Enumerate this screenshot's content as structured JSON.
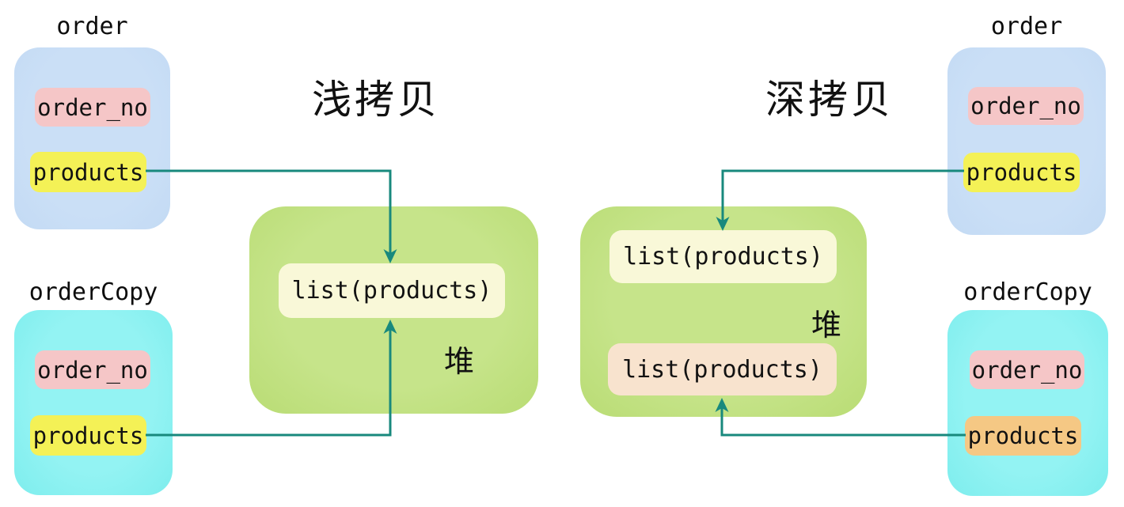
{
  "shallow": {
    "title": "浅拷贝",
    "order": {
      "label": "order",
      "fields": [
        "order_no",
        "products"
      ]
    },
    "orderCopy": {
      "label": "orderCopy",
      "fields": [
        "order_no",
        "products"
      ]
    },
    "heap": {
      "label": "堆",
      "lists": [
        "list(products)"
      ]
    }
  },
  "deep": {
    "title": "深拷贝",
    "order": {
      "label": "order",
      "fields": [
        "order_no",
        "products"
      ]
    },
    "orderCopy": {
      "label": "orderCopy",
      "fields": [
        "order_no",
        "products"
      ]
    },
    "heap": {
      "label": "堆",
      "lists": [
        "list(products)",
        "list(products)"
      ]
    }
  },
  "colors": {
    "arrow_teal": "#18897d",
    "order_box_blue": "#c9def5",
    "order_copy_box_cyan": "#8df1f1",
    "heap_box_green": "#c2e183",
    "field_pink": "#f5c6c7",
    "field_yellow": "#f4f156",
    "field_orange": "#f5c884",
    "heap_item_cream": "#f9f8d8",
    "heap_item_peach": "#f8e3ce",
    "text_black": "#111111",
    "background": "#ffffff"
  }
}
